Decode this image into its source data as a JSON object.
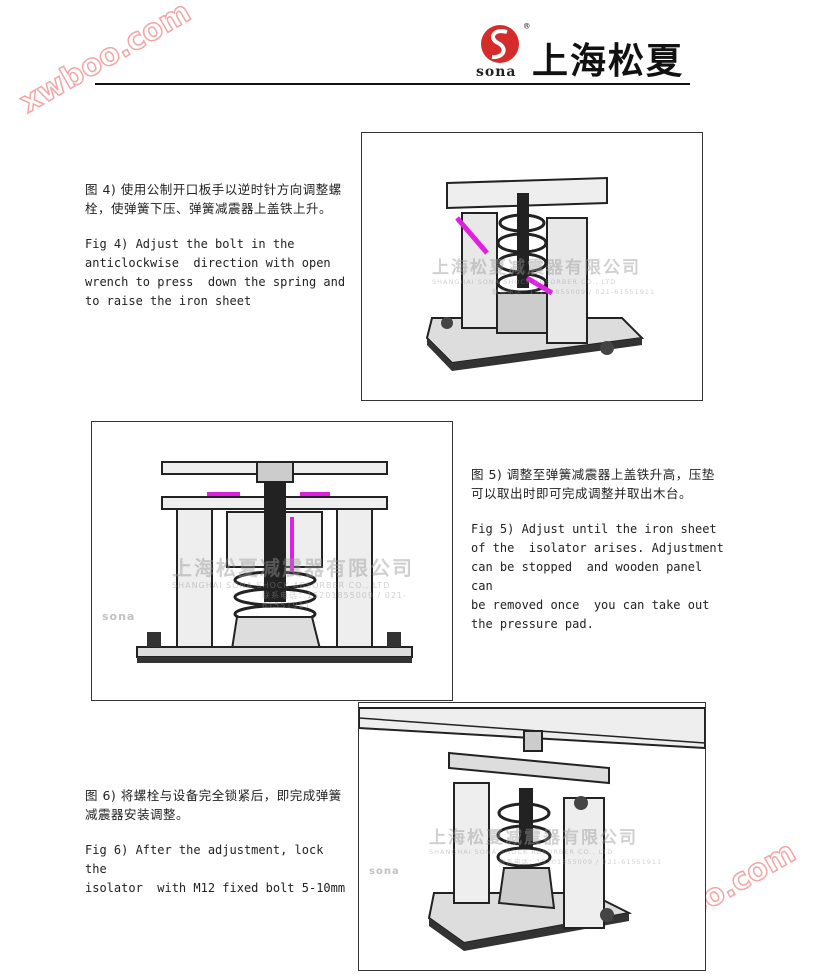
{
  "header": {
    "logo_brand": "sona",
    "logo_registered": "®",
    "logo_company": "上海松夏"
  },
  "watermark": {
    "company_cn": "上海松夏减震器有限公司",
    "company_en": "SHANGHAI SONA SHOCK ABSORBER CO., LTD",
    "phone": "联系电话：15201855009 / 021-61551911",
    "brand": "sona",
    "site": "xwboo.com"
  },
  "steps": [
    {
      "cn": "图 4) 使用公制开口板手以逆时针方向调整螺栓，使弹簧下压、弹簧减震器上盖铁上升。",
      "en": "Fig 4) Adjust the bolt in the\nanticlockwise  direction with open\nwrench to press  down the spring and\nto raise the iron sheet"
    },
    {
      "cn": "图 5) 调整至弹簧减震器上盖铁升高，压垫可以取出时即可完成调整并取出木台。",
      "en": "Fig 5) Adjust until the iron sheet\nof the  isolator arises. Adjustment\ncan be stopped  and wooden panel can\nbe removed once  you can take out\nthe pressure pad."
    },
    {
      "cn": "图 6) 将螺栓与设备完全锁紧后，即完成弹簧减震器安装调整。",
      "en": "Fig 6) After the adjustment, lock the\nisolator  with M12 fixed bolt 5-10mm"
    }
  ],
  "colors": {
    "logo_red": "#d62b2b",
    "arrow_magenta": "#e020e0",
    "watermark_red": "#e88888"
  }
}
